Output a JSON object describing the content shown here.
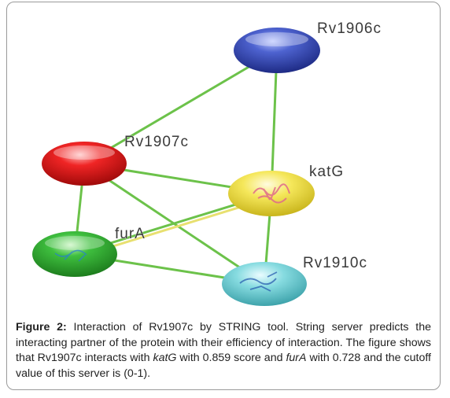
{
  "diagram": {
    "nodes": [
      {
        "id": "Rv1906c",
        "label": "Rv1906c",
        "color": "#3a4fb5"
      },
      {
        "id": "Rv1907c",
        "label": "Rv1907c",
        "color": "#e01c1c"
      },
      {
        "id": "katG",
        "label": "katG",
        "color": "#f2e04a"
      },
      {
        "id": "furA",
        "label": "furA",
        "color": "#3bb83b"
      },
      {
        "id": "Rv1910c",
        "label": "Rv1910c",
        "color": "#6ecfd6"
      }
    ],
    "edges": [
      {
        "from": "Rv1906c",
        "to": "Rv1907c"
      },
      {
        "from": "Rv1906c",
        "to": "katG"
      },
      {
        "from": "Rv1907c",
        "to": "katG"
      },
      {
        "from": "Rv1907c",
        "to": "furA"
      },
      {
        "from": "Rv1907c",
        "to": "Rv1910c"
      },
      {
        "from": "katG",
        "to": "furA"
      },
      {
        "from": "katG",
        "to": "Rv1910c"
      },
      {
        "from": "furA",
        "to": "Rv1910c"
      }
    ],
    "edge_color": "#6cc24a"
  },
  "caption": {
    "label": "Figure 2:",
    "text_1": " Interaction of Rv1907c by STRING tool. String server predicts the interacting partner of the protein with their efficiency of interaction. The figure shows that Rv1907c interacts with ",
    "gene_1": "katG",
    "text_2": " with 0.859 score and ",
    "gene_2": "furA",
    "text_3": " with 0.728 and the cutoff value of this server is (0-1)."
  }
}
